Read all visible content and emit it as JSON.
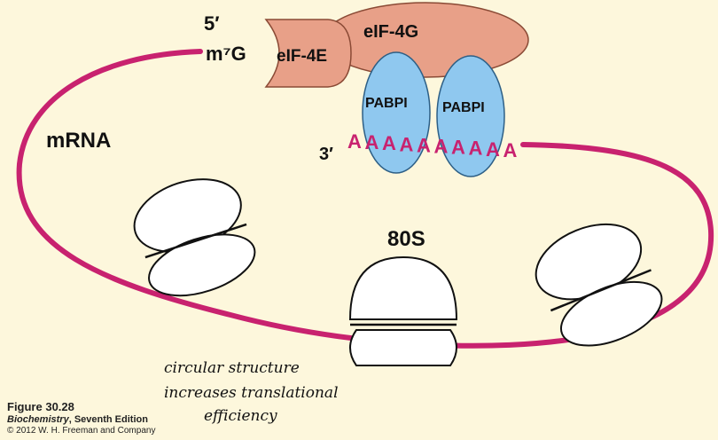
{
  "labels": {
    "five_prime": "5′",
    "cap": "m⁷G",
    "eif4e": "eIF-4E",
    "eif4g": "eIF-4G",
    "pabp1": "PABPI",
    "pabp2": "PABPI",
    "three_prime": "3′",
    "poly_a": [
      "A",
      "A",
      "A",
      "A",
      "A",
      "A",
      "A",
      "A",
      "A",
      "A"
    ],
    "mrna": "mRNA",
    "ribosome": "80S"
  },
  "annotation": {
    "line1": "circular structure",
    "line2": "increases translational",
    "line3": "efficiency"
  },
  "caption": {
    "figure": "Figure 30.28",
    "book_title": "Biochemistry",
    "book_edition": ", Seventh Edition",
    "copyright": "© 2012 W. H. Freeman and Company"
  },
  "colors": {
    "background": "#fdf7dc",
    "mrna": "#c8226f",
    "factor_fill": "#e8a088",
    "factor_stroke": "#8a4a35",
    "pabp_fill": "#8fc8ef",
    "pabp_stroke": "#2d5f86",
    "ribosome_stroke": "#111111",
    "poly_a": "#c8226f"
  }
}
